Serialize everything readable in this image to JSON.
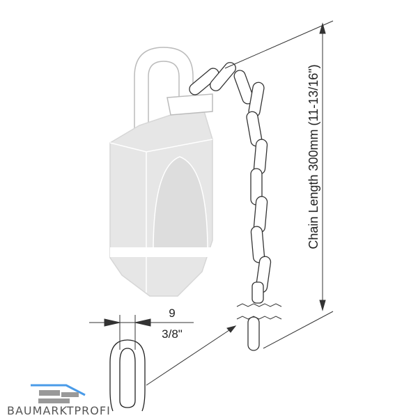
{
  "dimensions": {
    "chain_length": "Chain Length 300mm  (11-13/16\")",
    "link_width_mm": "9",
    "link_width_in": "3/8\""
  },
  "logo": {
    "text": "BAUMARKTPROFI",
    "accent_color": "#4a9be8"
  }
}
